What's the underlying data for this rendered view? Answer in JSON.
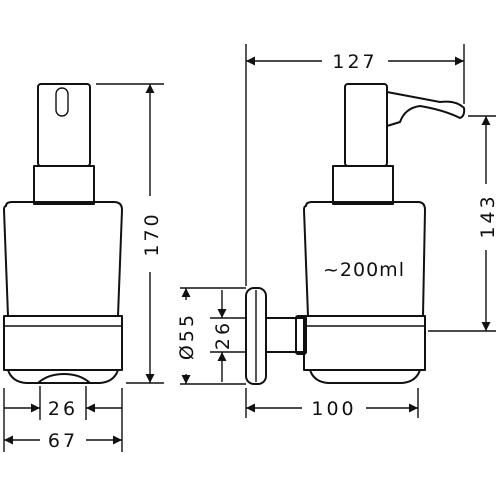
{
  "dimensions": {
    "front_height": "170",
    "base_inner_width": "26",
    "base_outer_width": "67",
    "side_width": "127",
    "side_pump_height": "143",
    "side_depth": "100",
    "flange_diameter": "Ø55",
    "flange_inner": "26"
  },
  "capacity_label": "~200ml",
  "colors": {
    "ink": "#111111",
    "background": "#ffffff"
  }
}
